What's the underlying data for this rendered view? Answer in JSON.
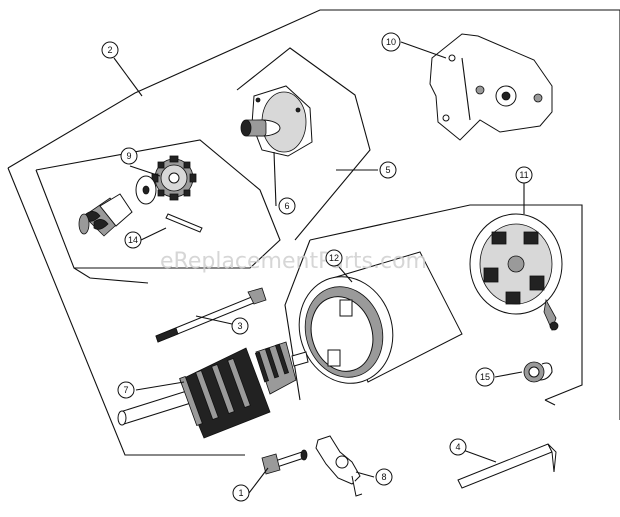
{
  "watermark": "eReplacementParts.com",
  "callouts": [
    "1",
    "2",
    "3",
    "4",
    "5",
    "6",
    "7",
    "8",
    "9",
    "10",
    "11",
    "12",
    "14",
    "15"
  ],
  "colors": {
    "line": "#111111",
    "background": "#ffffff",
    "watermark": "#d0d0d0"
  }
}
